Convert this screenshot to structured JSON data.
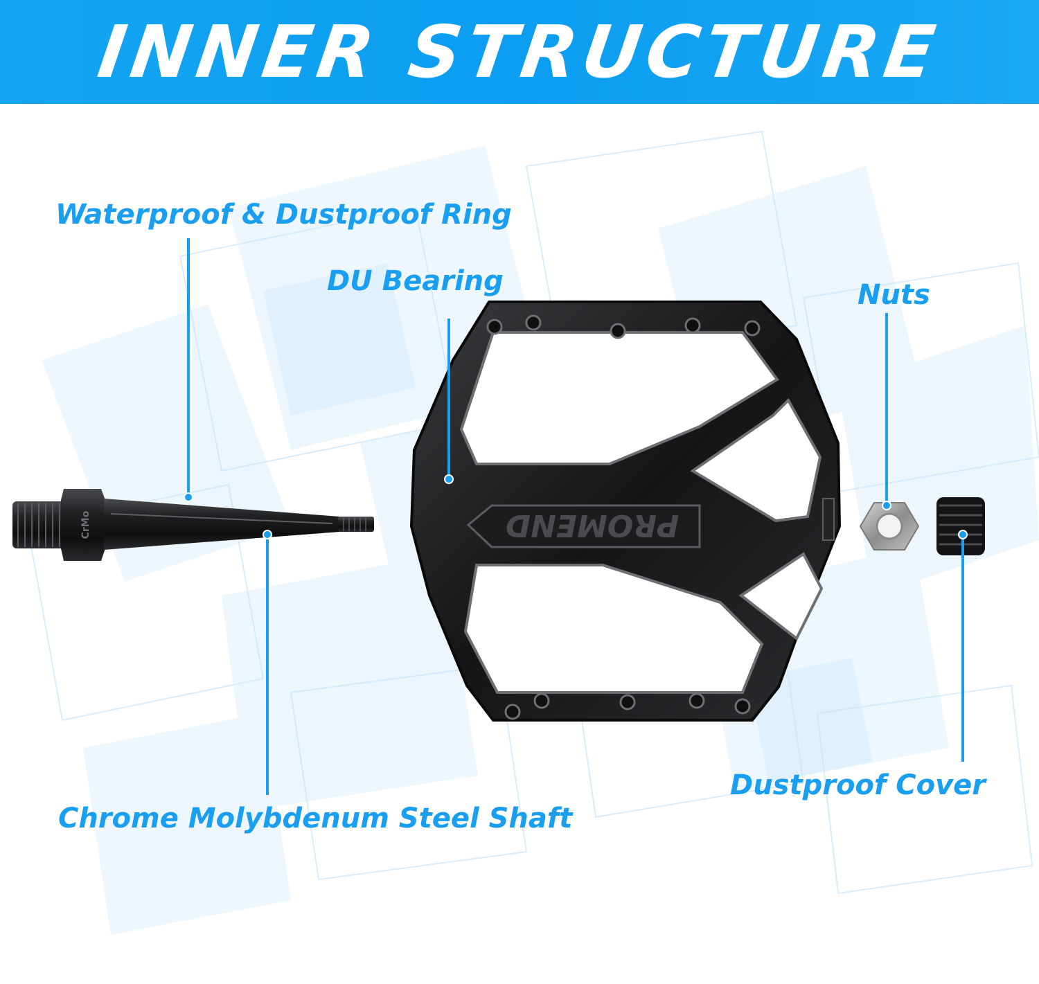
{
  "title": "INNER STRUCTURE",
  "colors": {
    "accent": "#1a9ef0",
    "banner": "#0b9df0",
    "part": "#1b1b1d"
  },
  "brand_emboss": "PROMEND",
  "shaft_mark": "CrMo",
  "labels": {
    "waterproof_ring": "Waterproof & Dustproof Ring",
    "du_bearing": "DU Bearing",
    "nuts": "Nuts",
    "shaft": "Chrome Molybdenum Steel Shaft",
    "dustproof_cover": "Dustproof Cover"
  }
}
